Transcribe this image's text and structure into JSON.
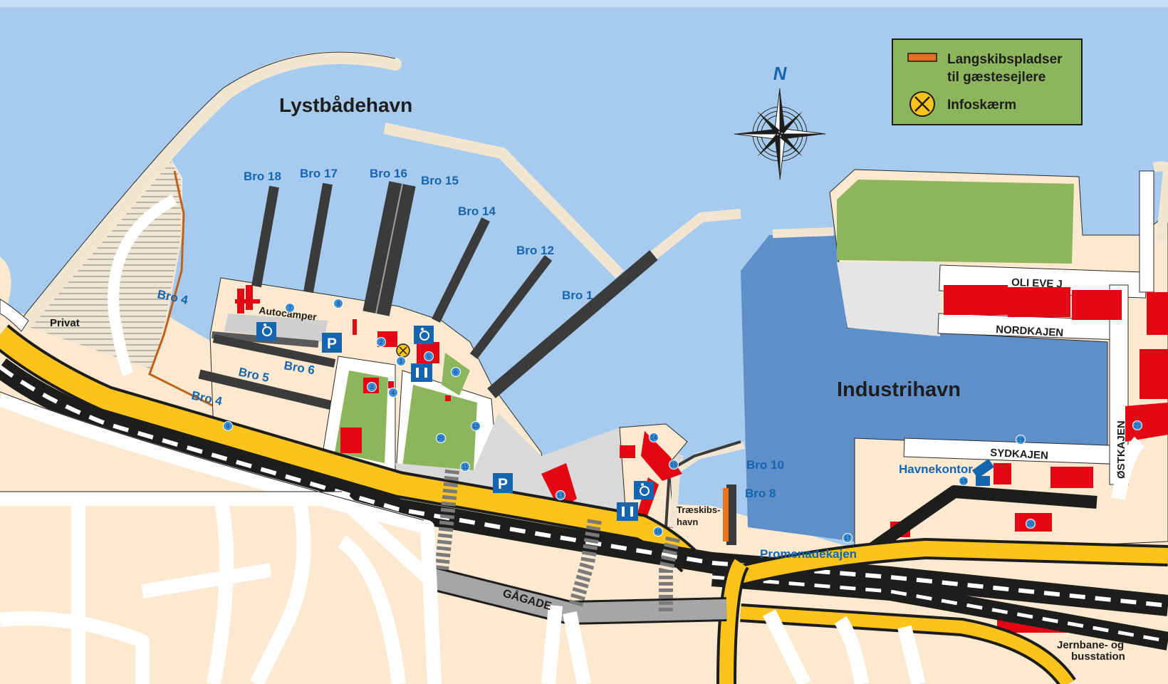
{
  "map": {
    "title_lyst": "Lystbådehavn",
    "title_industri": "Industrihavn",
    "compass_n": "N",
    "legend": {
      "line1": "Langskibspladser",
      "line2": "til gæstesejlere",
      "info": "Infoskærm",
      "swatch_color": "#e8731f",
      "bg_color": "#8db55c"
    },
    "piers": {
      "bro18": "Bro 18",
      "bro17": "Bro 17",
      "bro16": "Bro 16",
      "bro15": "Bro 15",
      "bro14": "Bro 14",
      "bro12": "Bro 12",
      "bro1": "Bro 1",
      "bro4a": "Bro 4",
      "bro4b": "Bro 4",
      "bro5": "Bro 5",
      "bro6": "Bro 6",
      "bro10": "Bro 10",
      "bro8": "Bro 8"
    },
    "labels": {
      "privat": "Privat",
      "autocamper": "Autocamper",
      "treskib1": "Træskibs-",
      "treskib2": "havn",
      "promenade": "Promenadekajen",
      "havnekontor": "Havnekontor",
      "gagade": "GÅGADE",
      "olieve": "OLI EVE J",
      "nordkajen": "NORDKAJEN",
      "sydkajen": "SYDKAJEN",
      "ostkajen": "ØSTKAJEN",
      "jernbane1": "Jernbane- og",
      "jernbane2": "busstation"
    },
    "parking": {
      "p": "P"
    },
    "markers": [
      "1",
      "2",
      "3",
      "4",
      "5",
      "6",
      "7",
      "8",
      "9",
      "11",
      "12",
      "13",
      "14",
      "15",
      "16",
      "17",
      "18",
      "19",
      "20",
      "21",
      "25"
    ]
  }
}
